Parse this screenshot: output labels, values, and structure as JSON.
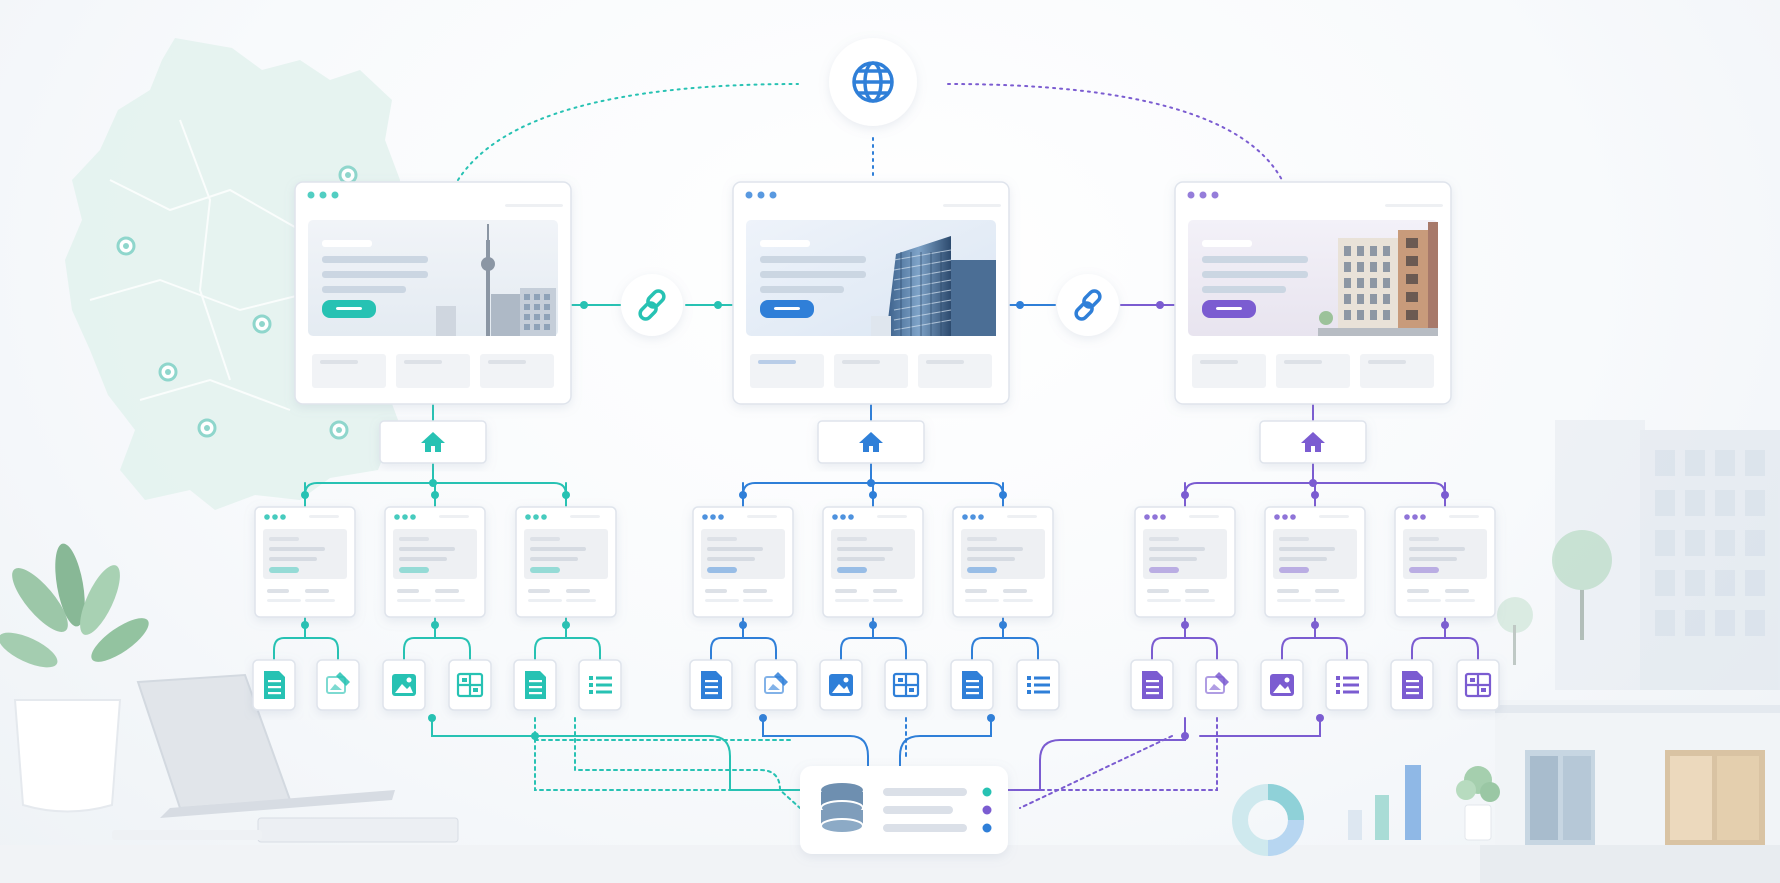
{
  "colors": {
    "teal": "#27c2b3",
    "blue": "#2f7fd8",
    "purple": "#7b5cd1",
    "map_fill": "#e3f2ee",
    "card_border": "#dfe4ec",
    "skeleton": "#e9ecf1",
    "database": "#6e8fb0"
  },
  "diagram": {
    "hub": {
      "icon": "globe-icon"
    },
    "link_icons": [
      "link-icon",
      "link-icon"
    ],
    "sites": [
      {
        "id": "teal-site",
        "accent": "#27c2b3",
        "hero_photo": "tv-tower-skyline",
        "subpages": 3,
        "content_icons": [
          "document-icon",
          "image-edit-icon",
          "image-icon",
          "grid-icon",
          "document-icon",
          "list-icon"
        ]
      },
      {
        "id": "blue-site",
        "accent": "#2f7fd8",
        "hero_photo": "glass-office-building",
        "subpages": 3,
        "content_icons": [
          "document-icon",
          "image-edit-icon",
          "image-icon",
          "grid-icon",
          "document-icon",
          "list-icon"
        ]
      },
      {
        "id": "purple-site",
        "accent": "#7b5cd1",
        "hero_photo": "historic-street-buildings",
        "subpages": 3,
        "content_icons": [
          "document-icon",
          "image-edit-icon",
          "image-icon",
          "list-icon",
          "document-icon",
          "grid-icon"
        ]
      }
    ],
    "database": {
      "icon": "database-icon",
      "row_dots": [
        "#27c2b3",
        "#7b5cd1",
        "#2f7fd8"
      ]
    },
    "map": {
      "region": "germany-map",
      "pins": 6
    },
    "decor": [
      "plant-icon",
      "laptop-icon",
      "notebook-icon",
      "donut-chart-icon",
      "bar-chart-icon",
      "office-building-illustration"
    ]
  }
}
